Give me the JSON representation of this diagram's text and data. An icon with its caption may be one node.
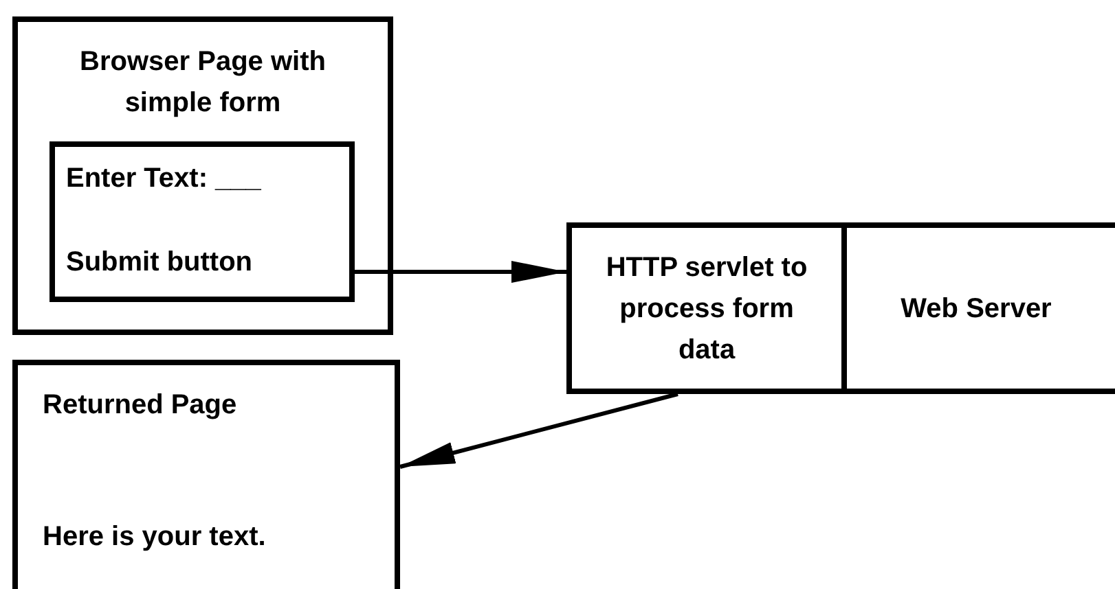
{
  "diagram": {
    "nodes": [
      {
        "text": [
          "Browser Page with simple form"
        ]
      },
      {
        "text": [
          "Enter Text: ___",
          "Submit button"
        ],
        "in": 0
      },
      {
        "text": [
          "Web Server"
        ]
      },
      {
        "text": [
          "HTTP servlet to process form data"
        ],
        "in": 2
      },
      {
        "text": [
          "Returned Page",
          "Here is your text."
        ]
      }
    ],
    "edges": [
      {
        "from": 1,
        "to": 3,
        "arrow": "to"
      },
      {
        "from": 3,
        "to": 4,
        "arrow": "to"
      }
    ]
  }
}
